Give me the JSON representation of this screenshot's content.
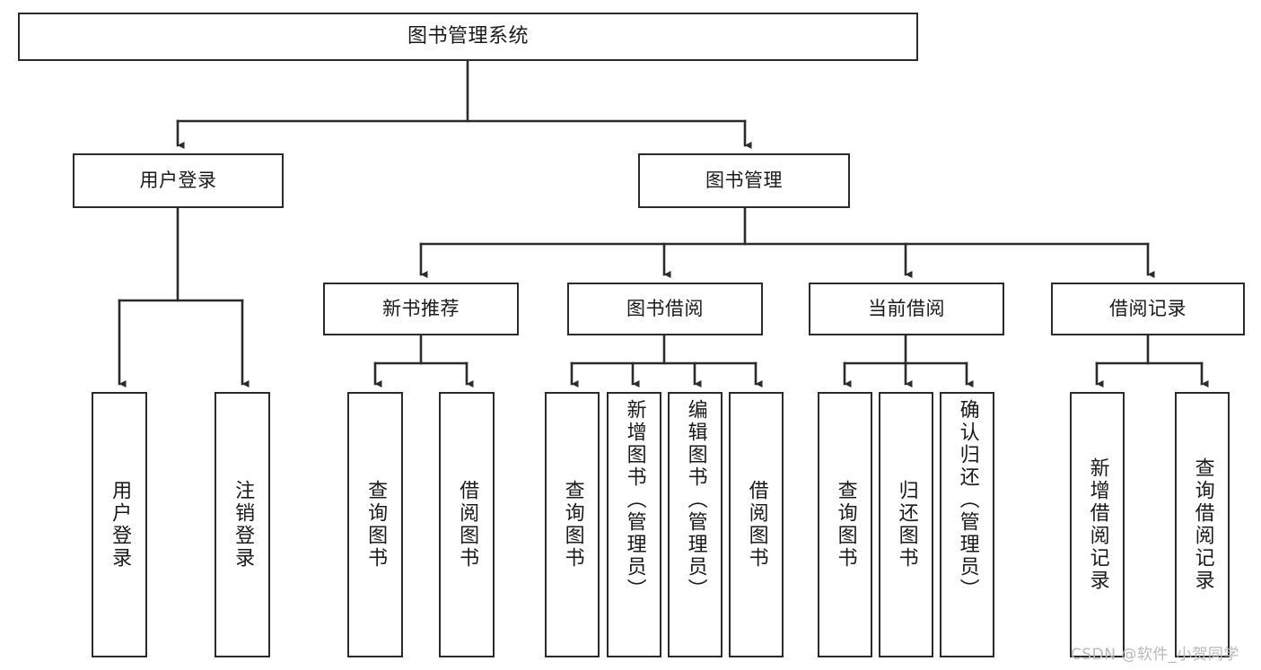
{
  "diagram": {
    "type": "tree-hierarchy-chart",
    "title": "图书管理系统",
    "orientation": "top-down",
    "colors": {
      "box_border": "#2b2b2b",
      "box_fill": "#ffffff",
      "edge": "#2b2b2b",
      "text": "#1a1a1a",
      "watermark": "#b9b9b9",
      "background": "#ffffff"
    },
    "levels": {
      "root": "图书管理系统",
      "level1": [
        "用户登录",
        "图书管理"
      ],
      "level2": [
        "新书推荐",
        "图书借阅",
        "当前借阅",
        "借阅记录"
      ]
    },
    "nodes": {
      "root": {
        "label": "图书管理系统"
      },
      "user_login": {
        "label": "用户登录"
      },
      "book_manage": {
        "label": "图书管理"
      },
      "new_book_rec": {
        "label": "新书推荐"
      },
      "book_borrow": {
        "label": "图书借阅"
      },
      "current_borrow": {
        "label": "当前借阅"
      },
      "borrow_record": {
        "label": "借阅记录"
      },
      "leaf_user_login": {
        "label": "用户登录"
      },
      "leaf_user_logout": {
        "label": "注销登录"
      },
      "leaf_query_book_1": {
        "label": "查询图书"
      },
      "leaf_borrow_book_1": {
        "label": "借阅图书"
      },
      "leaf_query_book_2": {
        "label": "查询图书"
      },
      "leaf_add_book": {
        "label": "新增图书（管理员）"
      },
      "leaf_edit_book": {
        "label": "编辑图书（管理员）"
      },
      "leaf_borrow_book_2": {
        "label": "借阅图书"
      },
      "leaf_query_book_3": {
        "label": "查询图书"
      },
      "leaf_return_book": {
        "label": "归还图书"
      },
      "leaf_confirm_return": {
        "label": "确认归还（管理员）"
      },
      "leaf_add_record": {
        "label": "新增借阅记录"
      },
      "leaf_query_record": {
        "label": "查询借阅记录"
      }
    },
    "watermark": "CSDN @软件_小贺同学"
  }
}
